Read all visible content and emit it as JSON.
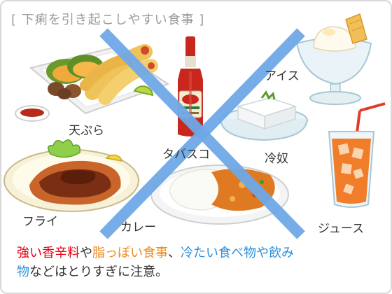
{
  "title": "[ 下痢を引き起こしやすい食事 ]",
  "foods": {
    "tempura": "天ぷら",
    "tabasco": "タバスコ",
    "ice": "アイス",
    "tofu": "冷奴",
    "fry": "フライ",
    "curry": "カレー",
    "juice": "ジュース"
  },
  "caption": {
    "spicy": "強い香辛料",
    "conj1": "や",
    "fatty": "脂っぽい食事",
    "sep": "、",
    "cold": "冷たい食べ物や飲み",
    "cold2": "物",
    "tail": "などはとりすぎに注意。"
  },
  "colors": {
    "accent_red": "#e60012",
    "accent_orange": "#ee8a1e",
    "accent_blue": "#2b8fd8",
    "cross": "#6fa8e6"
  }
}
